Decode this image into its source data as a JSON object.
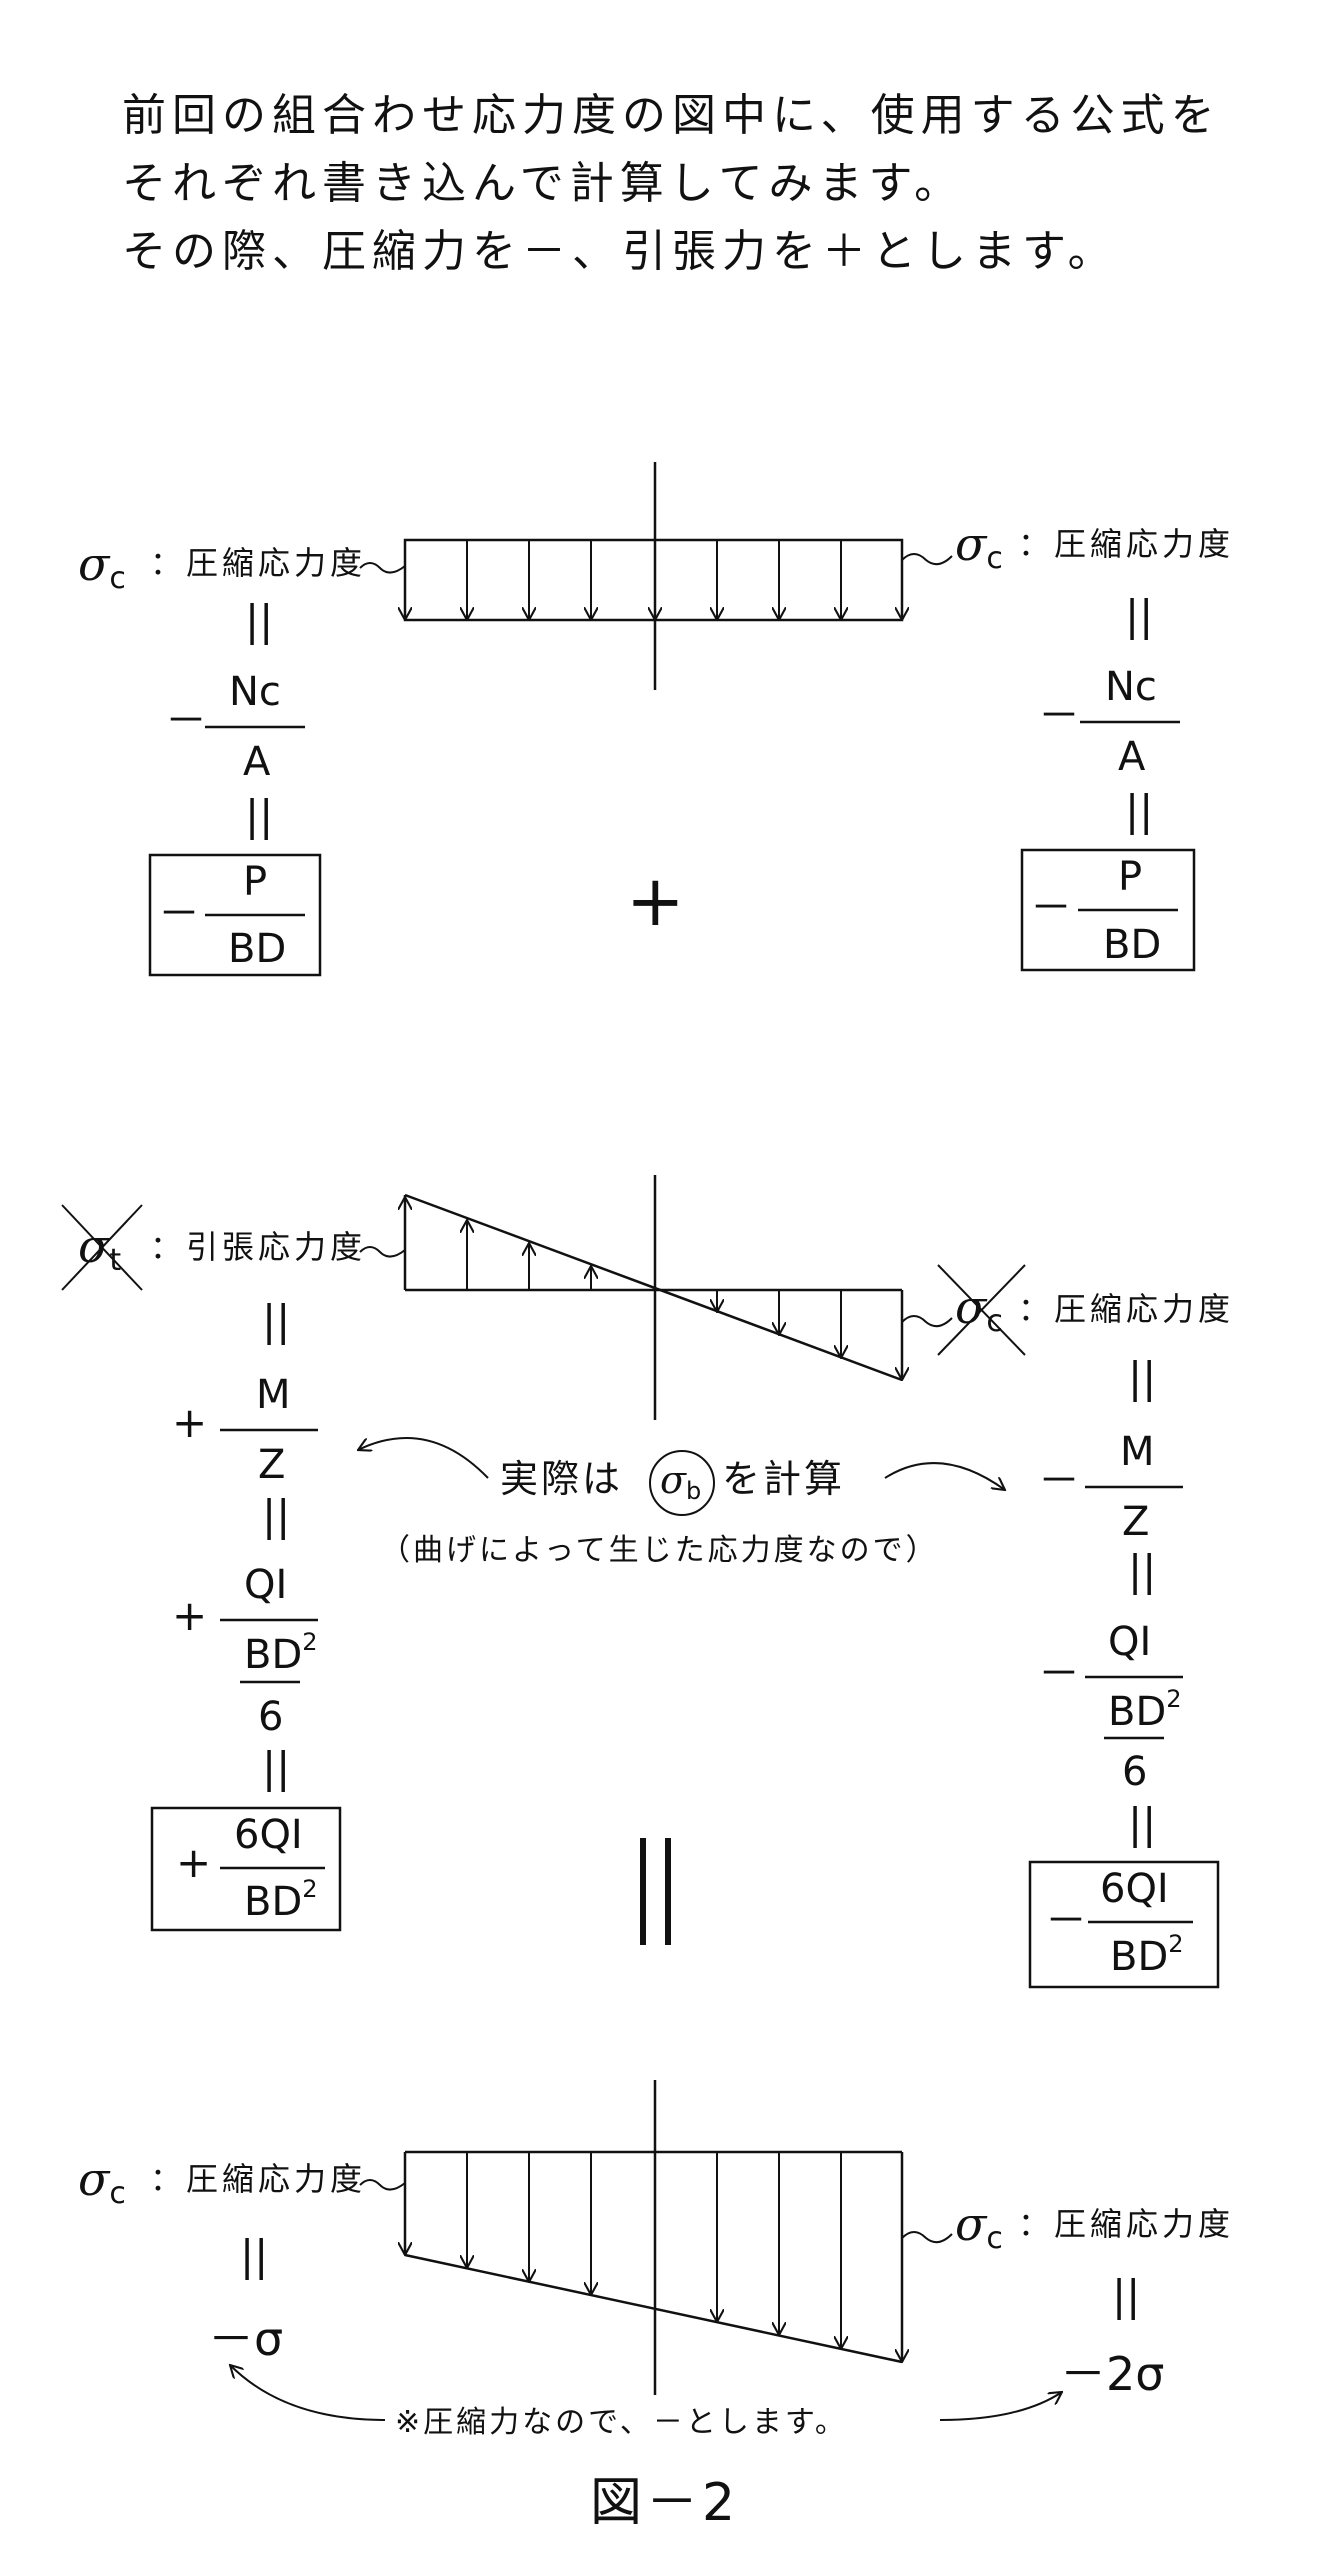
{
  "intro": {
    "lines": [
      "前回の組合わせ応力度の図中に、使用する公式を",
      "それぞれ書き込んで計算してみます。",
      "その際、圧縮力を－、引張力を＋とします。"
    ]
  },
  "symbols": {
    "sigma": "σ",
    "sub_c": "c",
    "sub_t": "t",
    "sub_b": "b",
    "equals_vertical": "||",
    "minus": "－",
    "plus": "+",
    "big_plus": "+",
    "big_equals": "||"
  },
  "labels": {
    "compressive_stress": "：圧縮応力度",
    "tensile_stress": "：引張応力度"
  },
  "section1": {
    "frac1_num": "Nc",
    "frac1_den": "A",
    "frac2_num": "P",
    "frac2_den": "BD"
  },
  "section2": {
    "frac1_num": "M",
    "frac1_den": "Z",
    "frac2_num": "QI",
    "frac2_den_base": "BD",
    "frac2_den_exp": "2",
    "frac2_den_lower": "6",
    "frac3_num": "6QI",
    "frac3_den_base": "BD",
    "frac3_den_exp": "2",
    "note_prefix": "実際は",
    "note_suffix": "を計算",
    "note_paren": "（曲げによって生じた応力度なので）"
  },
  "section3": {
    "left_value": "－σ",
    "right_value": "－2σ",
    "note": "※圧縮力なので、－とします。"
  },
  "caption": "図－2"
}
